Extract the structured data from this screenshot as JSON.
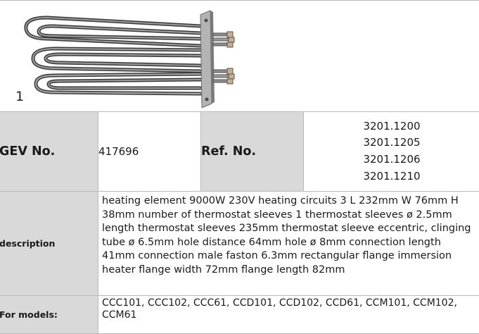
{
  "item_index": "1",
  "gev": {
    "label": "GEV No.",
    "value": "417696"
  },
  "ref": {
    "label": "Ref. No.",
    "values": [
      "3201.1200",
      "3201.1205",
      "3201.1206",
      "3201.1210"
    ]
  },
  "description": {
    "label": "description",
    "text": "heating element  9000W 230V heating circuits 3 L 232mm W 76mm H 38mm number of thermostat sleeves 1 thermostat sleeves ø 2.5mm length thermostat sleeves 235mm thermostat sleeve eccentric, clinging tube ø 6.5mm hole distance 64mm hole ø 8mm connection length 41mm connection male faston 6.3mm rectangular flange immersion heater flange width 72mm flange length 82mm"
  },
  "models": {
    "label": "For models:",
    "text": "CCC101, CCC102, CCC61, CCD101, CCD102, CCD61, CCM101, CCM102, CCM61"
  },
  "image": {
    "name": "heating-element-photo",
    "tube_color": "#6e6e6e",
    "flange_color": "#a9a9a9"
  }
}
